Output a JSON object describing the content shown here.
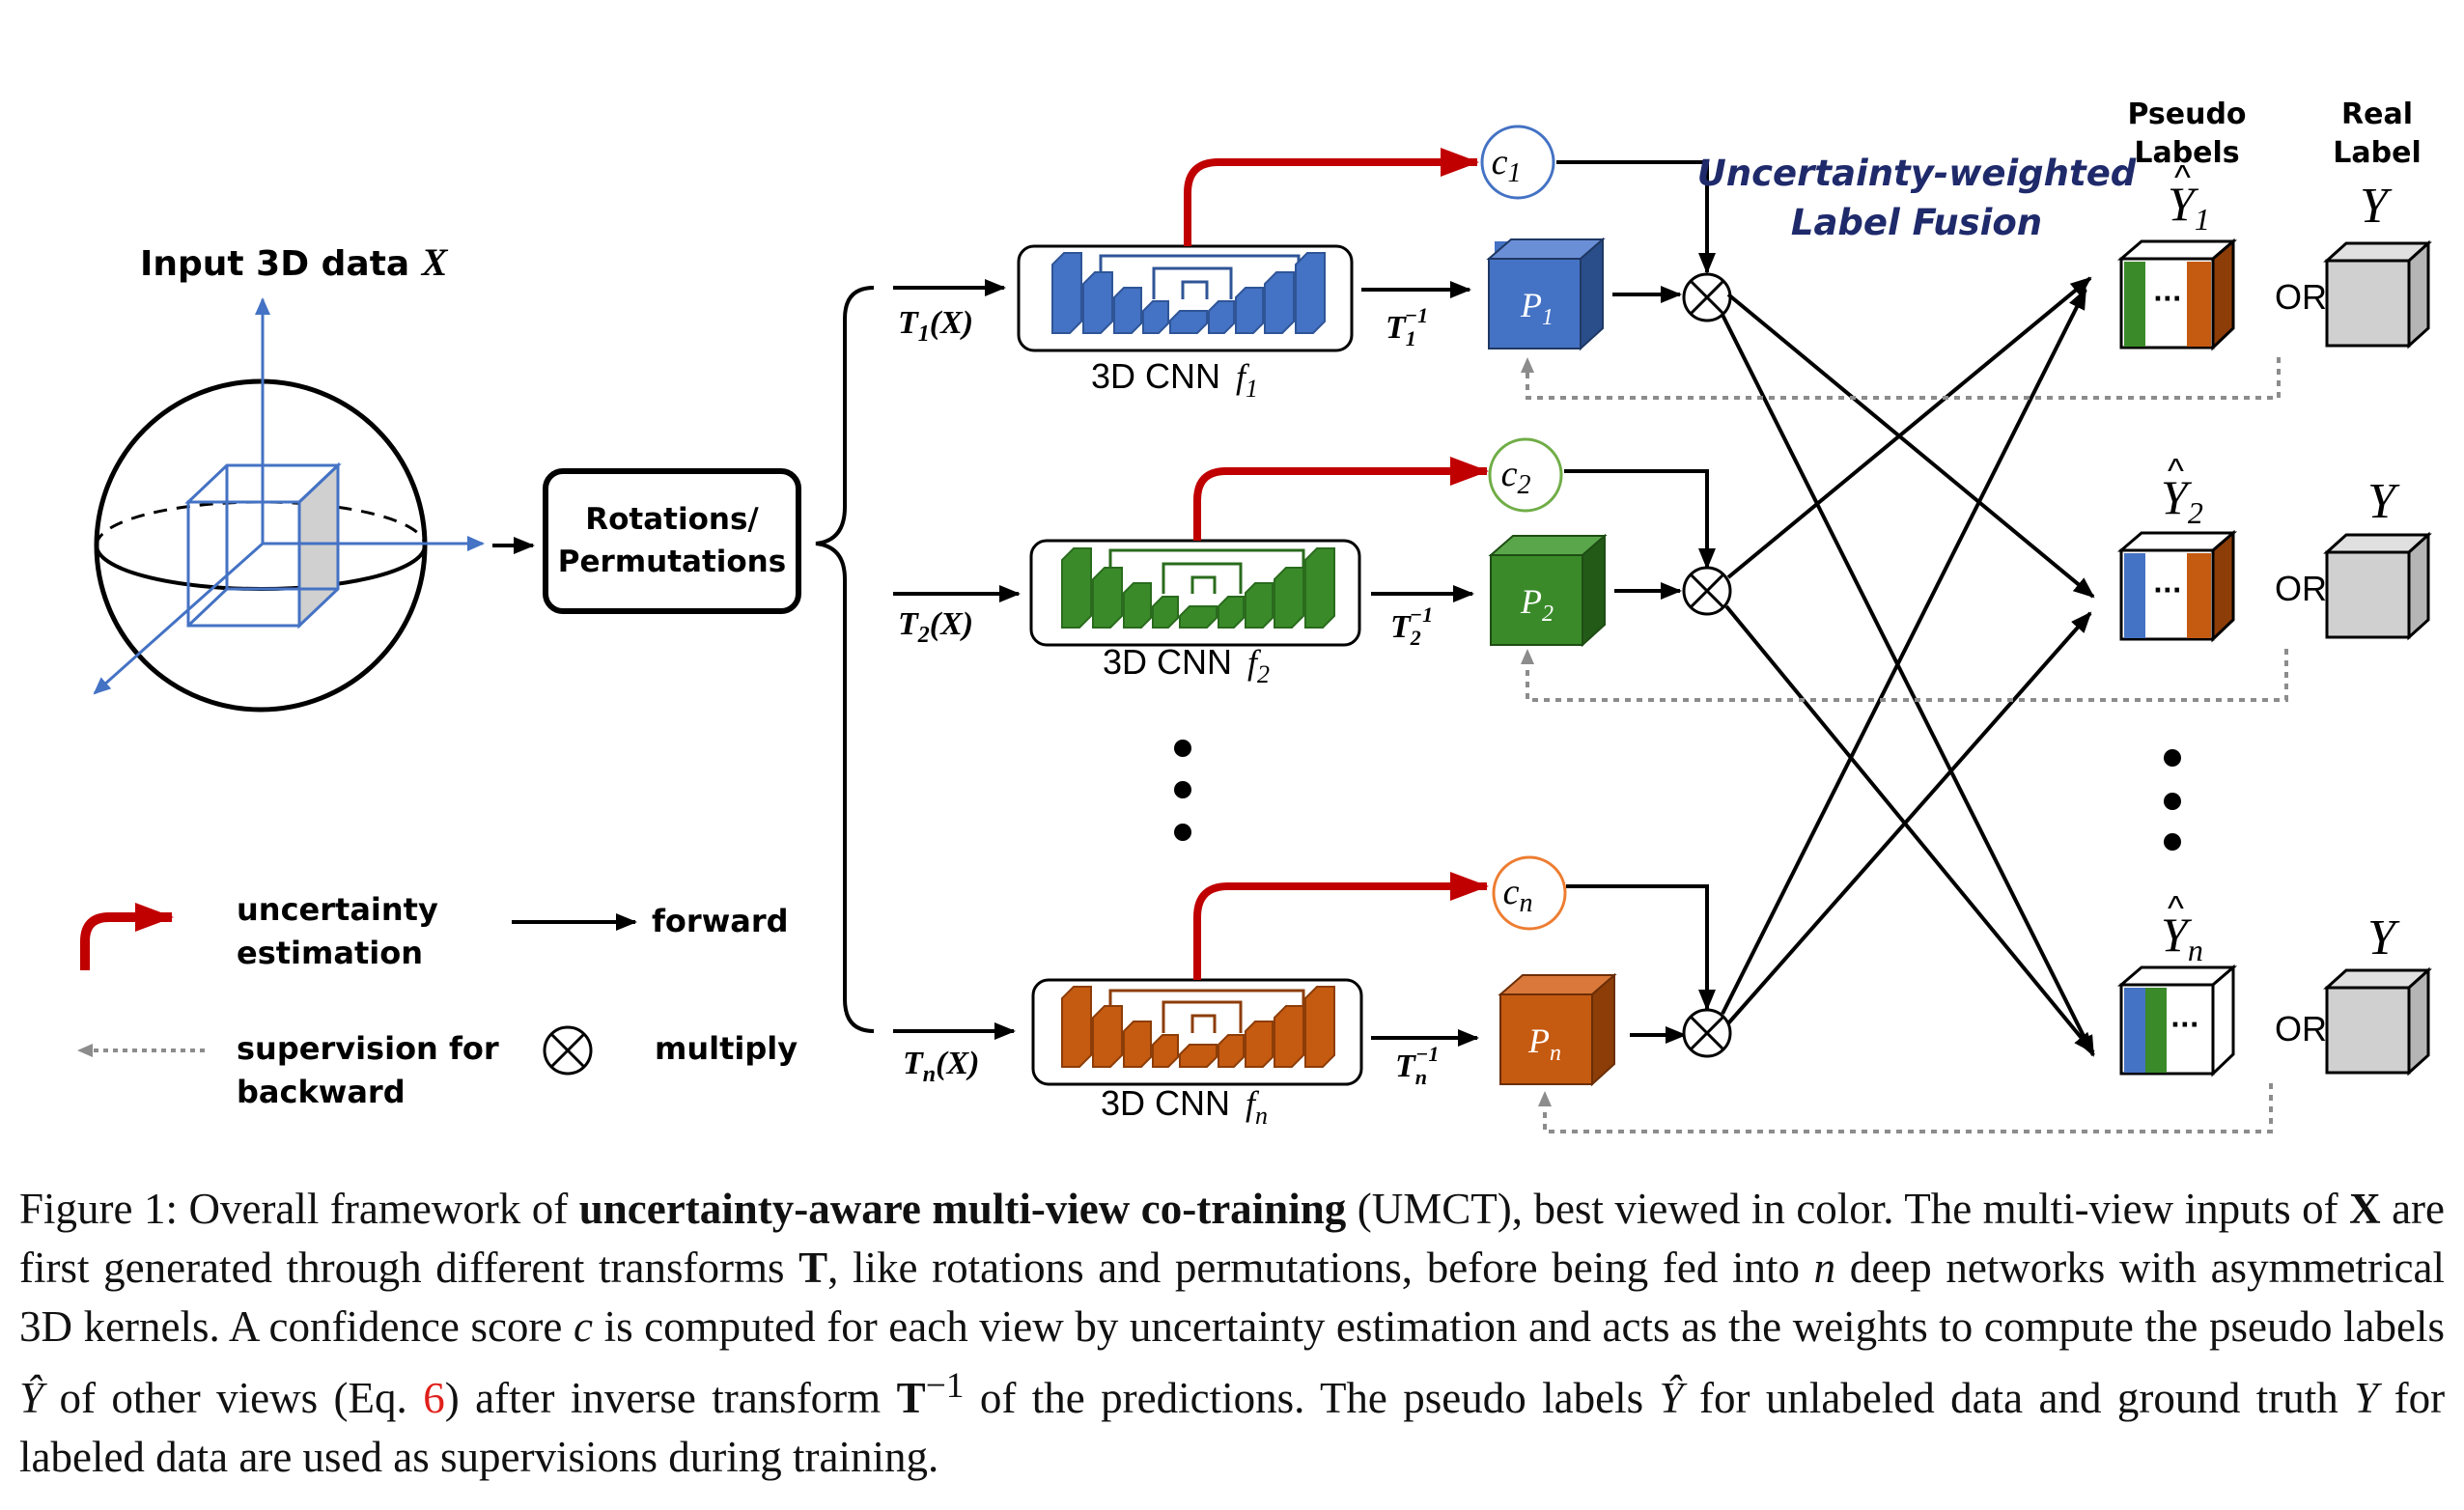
{
  "input": {
    "label": "Input 3D data",
    "symbol": "X"
  },
  "rotations": {
    "line1": "Rotations/",
    "line2": "Permutations"
  },
  "branches": [
    {
      "transform": "T",
      "transform_sub": "1",
      "arg": "(X)",
      "cnn": "3D CNN",
      "f": "f",
      "f_sub": "1",
      "inv": "T",
      "inv_sub": "1",
      "inv_sup": "−1",
      "c": "c",
      "c_sub": "1",
      "p": "P",
      "p_sub": "1",
      "color": "#4472c4",
      "dark": "#2f5597"
    },
    {
      "transform": "T",
      "transform_sub": "2",
      "arg": "(X)",
      "cnn": "3D CNN",
      "f": "f",
      "f_sub": "2",
      "inv": "T",
      "inv_sub": "2",
      "inv_sup": "−1",
      "c": "c",
      "c_sub": "2",
      "p": "P",
      "p_sub": "2",
      "color": "#3a8a2a",
      "dark": "#2a6b1d"
    },
    {
      "transform": "T",
      "transform_sub": "n",
      "arg": "(X)",
      "cnn": "3D CNN",
      "f": "f",
      "f_sub": "n",
      "inv": "T",
      "inv_sub": "n",
      "inv_sup": "−1",
      "c": "c",
      "c_sub": "n",
      "p": "P",
      "p_sub": "n",
      "color": "#c55a11",
      "dark": "#8c3d08"
    }
  ],
  "fusion": {
    "line1": "Uncertainty-weighted",
    "line2": "Label Fusion"
  },
  "headers": {
    "pseudo1": "Pseudo",
    "pseudo2": "Labels",
    "real1": "Real",
    "real2": "Label"
  },
  "pseudo_labels": [
    {
      "sym": "Y",
      "hat": "^",
      "sub": "1"
    },
    {
      "sym": "Y",
      "hat": "^",
      "sub": "2"
    },
    {
      "sym": "Y",
      "hat": "^",
      "sub": "n"
    }
  ],
  "real_label": "Y",
  "or_label": "OR",
  "ellipsis": "···",
  "legend": {
    "uncertainty1": "uncertainty",
    "uncertainty2": "estimation",
    "forward": "forward",
    "supervision1": "supervision for",
    "supervision2": "backward",
    "multiply": "multiply",
    "multiply_symbol": "⊗"
  },
  "colors": {
    "red_arrow": "#c00000",
    "blue": "#4472c4",
    "green": "#3a8a2a",
    "orange": "#c55a11",
    "gray_box": "#d0d0d0",
    "dotted": "#8c8c8c",
    "fusion_text": "#1f2a6b"
  },
  "caption": {
    "figure_label": "Figure 1:",
    "t1": "Overall framework of",
    "bold1": "uncertainty-aware multi-view co-training",
    "t2": "(UMCT), best viewed in color. The multi-view inputs of",
    "X": "X",
    "t3": "are first generated through different transforms",
    "T": "T",
    "t4": ", like rotations and permutations, before being fed into",
    "n": "n",
    "t5": "deep networks with asymmetrical 3D kernels. A confidence score",
    "c": "c",
    "t6": "is computed for each view by uncertainty estimation and acts as the weights to compute the pseudo labels",
    "Yhat": "Ŷ",
    "t7": "of other views (Eq.",
    "eq": "6",
    "t8": ") after inverse transform",
    "Tinv": "T",
    "Tinv_sup": "−1",
    "t9": "of the predictions. The pseudo labels",
    "Yhat2": "Ŷ",
    "t10": "for unlabeled data and ground truth",
    "Y": "Y",
    "t11": "for labeled data are used as supervisions during training."
  }
}
